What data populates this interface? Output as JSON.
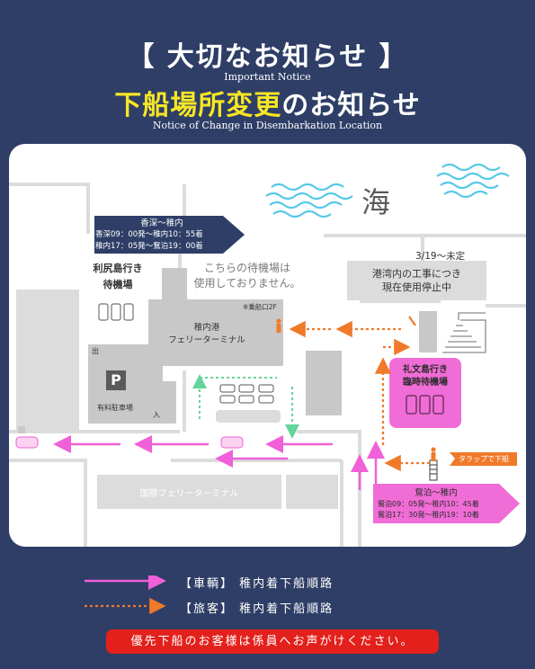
{
  "header": {
    "title_jp": "【 大切なお知らせ 】",
    "title_en": "Important Notice",
    "subtitle_highlight": "下船場所変更",
    "subtitle_rest": "のお知らせ",
    "subtitle_en": "Notice of Change in Disembarkation Location"
  },
  "map": {
    "sea_label": "海",
    "rishiri_waiting": "利尻島行き\n待機場",
    "not_in_use": "こちらの待機場は\n使用しておりません。",
    "terminal": "稚内港\nフェリーターミナル",
    "boarding_note": "※乗船口2F",
    "construction_date": "3/19～未定",
    "construction_notice": "港湾内の工事につき\n現在使用停止中",
    "parking_label": "有料駐車場",
    "parking_symbol": "P",
    "parking_exit": "出",
    "parking_entrance": "入",
    "rebun_waiting": "礼文島行き\n臨時待機場",
    "international_terminal": "国際フェリーターミナル",
    "gangway_label": "タラップで下船",
    "route_kafuka": {
      "title": "香深～稚内",
      "line1": "香深09：00発～稚内10：55着",
      "line2": "稚内17：05発～鴛泊19：00着"
    },
    "route_oshidomari": {
      "title": "鴛泊～稚内",
      "line1": "鴛泊09：05発～稚内10：45着",
      "line2": "鴛泊17：30発～稚内19：10着"
    }
  },
  "legend": {
    "vehicle": "【車輌】 稚内着下船順路",
    "passenger": "【旅客】 稚内着下船順路"
  },
  "notice": "優先下船のお客様は係員へお声がけください。",
  "colors": {
    "background": "#2e3e66",
    "highlight_yellow": "#f6e625",
    "vehicle_route": "#f060d8",
    "passenger_route": "#f07a2a",
    "notice_red": "#e3201b",
    "rebun_pink": "#f06cd6",
    "road_gray": "#dcdcdc",
    "building_gray": "#c8c8c8",
    "banner_navy": "#2e3e66"
  }
}
